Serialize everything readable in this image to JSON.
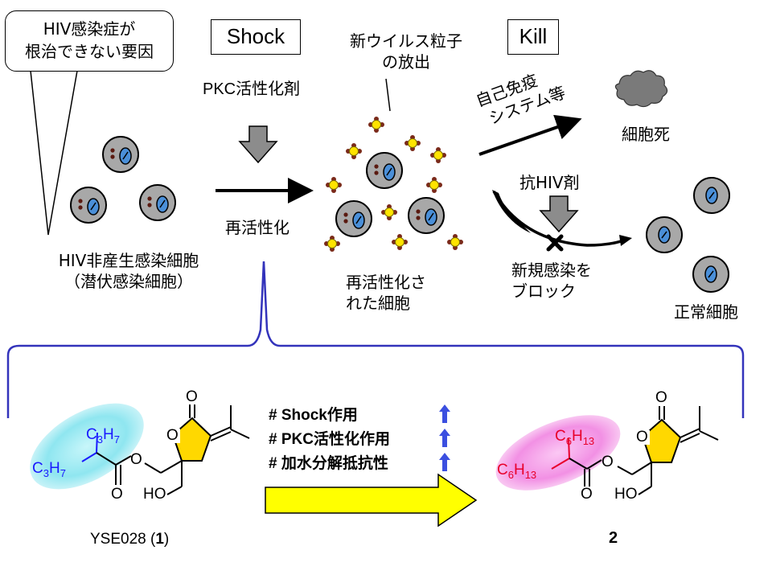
{
  "bubble": {
    "line1": "HIV感染症が",
    "line2": "根治できない要因"
  },
  "shock_box": "Shock",
  "kill_box": "Kill",
  "pkc_agent": "PKC活性化剤",
  "virus_release": {
    "line1": "新ウイルス粒子",
    "line2": "の放出"
  },
  "immune": {
    "line1": "自己免疫",
    "line2": "システム等"
  },
  "cell_death": "細胞死",
  "anti_hiv": "抗HIV剤",
  "reactivation": "再活性化",
  "latent": {
    "line1": "HIV非産生感染細胞",
    "line2": "（潜伏感染細胞）"
  },
  "reactivated_cells": {
    "line1": "再活性化さ",
    "line2": "れた細胞"
  },
  "block": {
    "line1": "新規感染を",
    "line2": "ブロック"
  },
  "normal_cells": "正常細胞",
  "features": [
    {
      "text": "# Shock作用"
    },
    {
      "text": "# PKC活性化作用"
    },
    {
      "text": "# 加水分解抵抗性"
    }
  ],
  "compound1": {
    "name": "YSE028 (",
    "num": "1",
    "close": ")",
    "sub_upper": "C3H7",
    "sub_lower": "C3H7"
  },
  "compound2": {
    "num": "2",
    "sub_upper": "C6H13",
    "sub_lower": "C6H13"
  },
  "atoms": {
    "O": "O",
    "HO": "HO"
  },
  "colors": {
    "c1_chain": "#1a1aff",
    "c1_highlight": "#7fe8f0",
    "c2_chain": "#e8002a",
    "c2_highlight": "#f07be0",
    "ring": "#ffd800",
    "brace": "#3333bb",
    "up_arrow": "#3b4fe0",
    "cell": "#a8a8a8",
    "nucleus": "#4a8fd8",
    "virus": "#ffe400",
    "virus_knob": "#7a2a1a"
  }
}
